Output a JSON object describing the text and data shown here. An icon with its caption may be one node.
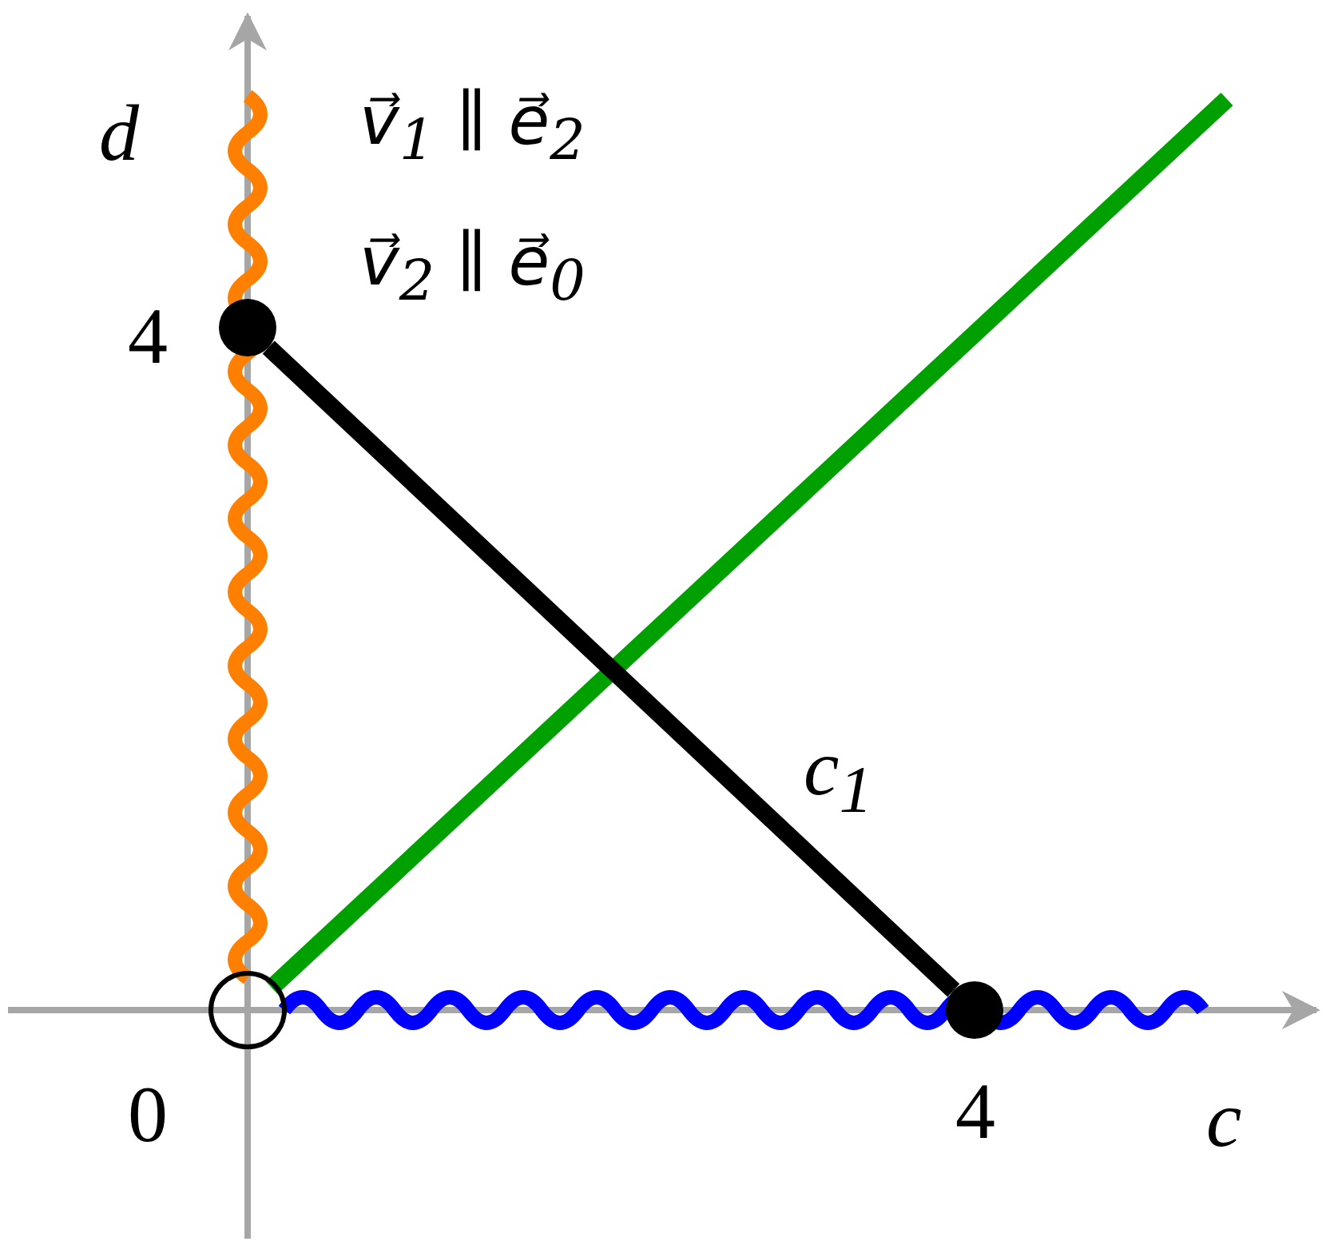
{
  "diagram": {
    "nodes": [
      {
        "text": [],
        "shape": "circle",
        "beside": [
          "4"
        ]
      },
      {
        "text": [],
        "shape": "circle",
        "beside": [
          "4"
        ]
      }
    ],
    "edges": [
      {
        "from": 0,
        "to": 1,
        "arrow": "none"
      }
    ],
    "labels": [
      "d",
      "v⃗$_{1}$ ∥ e⃗$_{2}$",
      "v⃗$_{2}$ ∥ e⃗$_{0}$",
      "c$_{1}$",
      "0",
      "c"
    ]
  }
}
